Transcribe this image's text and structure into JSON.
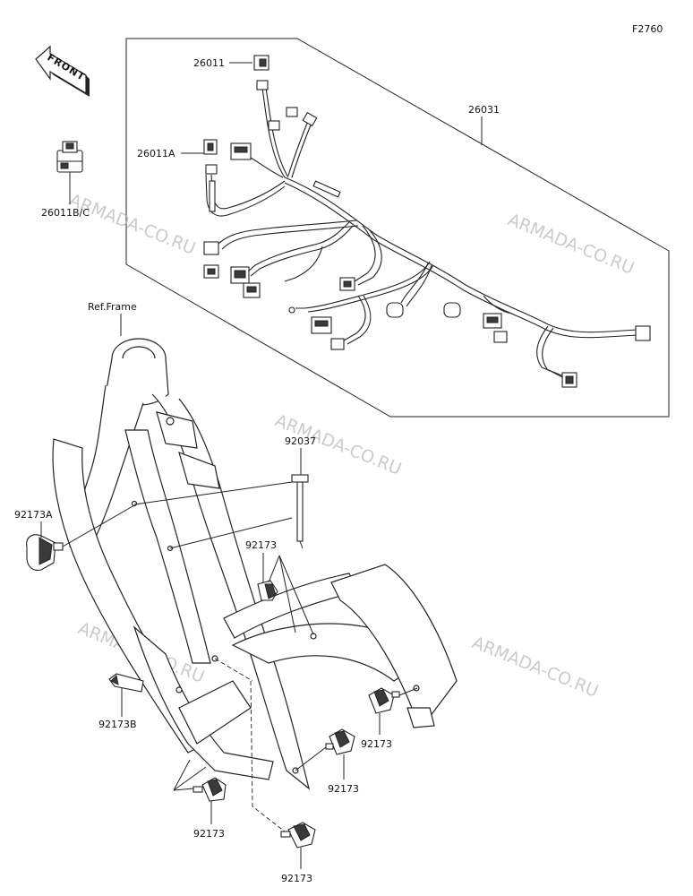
{
  "figure_code": "F2760",
  "front_label": "FRONT",
  "ref_label": "Ref.Frame",
  "watermark": "ARMADA-CO.RU",
  "parts": {
    "p26011": "26011",
    "p26011a": "26011A",
    "p26011bc": "26011B/C",
    "p26031": "26031",
    "p92037": "92037",
    "p92173a": "92173A",
    "p92173b": "92173B",
    "p92173": "92173"
  }
}
